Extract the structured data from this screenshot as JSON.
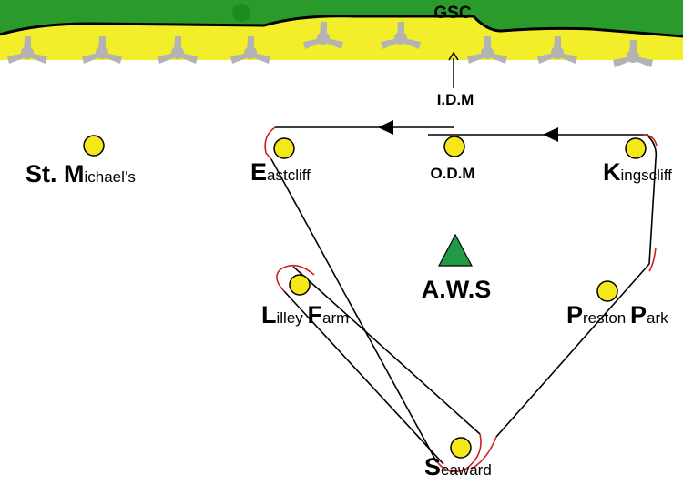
{
  "banner": {
    "label": "GSC"
  },
  "markers": {
    "idm": "I.D.M",
    "odm": "O.D.M",
    "aws": "A.W.S"
  },
  "locations": {
    "st_michaels": {
      "initial": "St. M",
      "rest": "ichael’s"
    },
    "eastcliff": {
      "initial": "E",
      "rest": "astcliff"
    },
    "kingscliff": {
      "initial": "K",
      "rest": "ingscliff"
    },
    "lilley_farm": {
      "initial1": "L",
      "rest1": "illey ",
      "initial2": "F",
      "rest2": "arm"
    },
    "preston_park": {
      "initial1": "P",
      "rest1": "reston ",
      "initial2": "P",
      "rest2": "ark"
    },
    "seaward": {
      "initial": "S",
      "rest": "eaward"
    }
  },
  "colors": {
    "grass": "#2a9a2a",
    "sand": "#f2ee2a",
    "tree": "#b3b3b3",
    "buoy": "#f4e81a",
    "route": "#000000",
    "turn": "#cc2020",
    "aws": "#229944"
  }
}
